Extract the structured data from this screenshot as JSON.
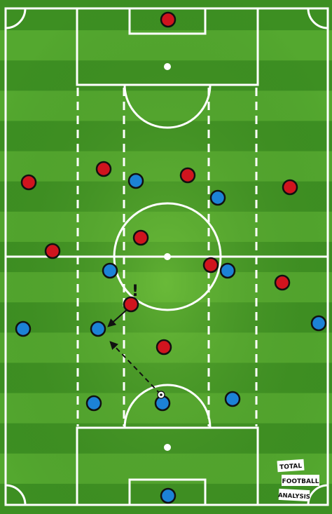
{
  "pitch": {
    "grass_dark": "#3d8f22",
    "grass_light": "#54a82f",
    "line_color": "#ffffff"
  },
  "teams": {
    "red": {
      "fill": "#d0141e",
      "stroke": "#111111"
    },
    "blue": {
      "fill": "#1c82d6",
      "stroke": "#111111"
    }
  },
  "players": {
    "red": [
      {
        "id": "gk"
      },
      {
        "id": "r1"
      },
      {
        "id": "r2"
      },
      {
        "id": "r3"
      },
      {
        "id": "r4"
      },
      {
        "id": "r5"
      },
      {
        "id": "r6"
      },
      {
        "id": "r7"
      },
      {
        "id": "r8"
      },
      {
        "id": "r9"
      },
      {
        "id": "r10"
      }
    ],
    "blue": [
      {
        "id": "b1"
      },
      {
        "id": "b2"
      },
      {
        "id": "b3"
      },
      {
        "id": "b4"
      },
      {
        "id": "b5"
      },
      {
        "id": "b6"
      },
      {
        "id": "b7"
      },
      {
        "id": "b8"
      },
      {
        "id": "b9"
      },
      {
        "id": "b10"
      },
      {
        "id": "gk"
      }
    ]
  },
  "annotations": {
    "alert_mark": "!",
    "pass_line_style": "dashed",
    "press_arrow_style": "solid"
  },
  "logo": {
    "line1": "TOTAL",
    "line2": "FOOTBALL",
    "line3": "ANALYSIS"
  }
}
